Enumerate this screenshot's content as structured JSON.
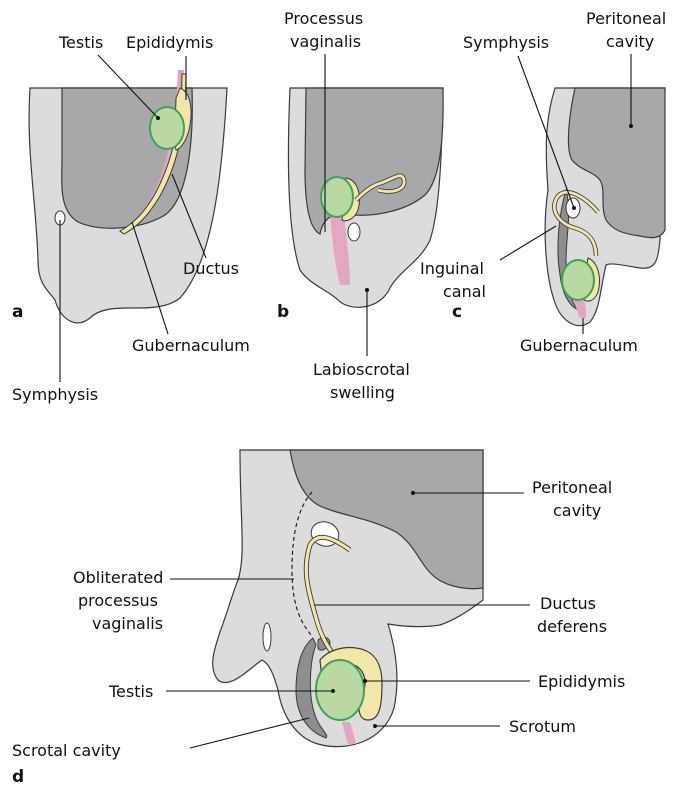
{
  "colors": {
    "body": "#dcdcdd",
    "cavity": "#a8a8aa",
    "outline": "#3a3a3a",
    "testis_fill": "#b9d9a2",
    "testis_stroke": "#3aa35c",
    "duct": "#f2e6a8",
    "gubernaculum": "#e3a6c2",
    "dark_cavity": "#8e8e90"
  },
  "panels": {
    "a": {
      "letter": "a",
      "labels": {
        "testis": "Testis",
        "epididymis": "Epididymis",
        "ductus": "Ductus",
        "gubernaculum": "Gubernaculum",
        "symphysis": "Symphysis"
      }
    },
    "b": {
      "letter": "b",
      "labels": {
        "processus_line1": "Processus",
        "processus_line2": "vaginalis",
        "labioscrotal_line1": "Labioscrotal",
        "labioscrotal_line2": "swelling"
      }
    },
    "c": {
      "letter": "c",
      "labels": {
        "symphysis": "Symphysis",
        "peritoneal_line1": "Peritoneal",
        "peritoneal_line2": "cavity",
        "inguinal_line1": "Inguinal",
        "inguinal_line2": "canal",
        "gubernaculum": "Gubernaculum"
      }
    },
    "d": {
      "letter": "d",
      "labels": {
        "peritoneal_line1": "Peritoneal",
        "peritoneal_line2": "cavity",
        "obliterated_line1": "Obliterated",
        "obliterated_line2": "processus",
        "obliterated_line3": "vaginalis",
        "ductus_line1": "Ductus",
        "ductus_line2": "deferens",
        "testis": "Testis",
        "epididymis": "Epididymis",
        "scrotal_cavity": "Scrotal cavity",
        "scrotum": "Scrotum"
      }
    }
  }
}
